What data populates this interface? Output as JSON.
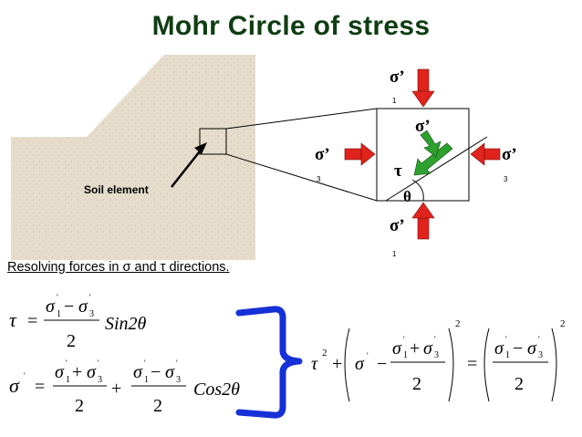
{
  "title": "Mohr Circle of stress",
  "soil_label": "Soil element",
  "caption": "Resolving forces in σ and τ directions.",
  "symbols": {
    "sigma_prime": "σ’",
    "tau": "τ",
    "theta": "θ",
    "sub1": "1",
    "sub3": "3"
  },
  "equations": {
    "eq1_lhs": "τ",
    "eq1_trig": "Sin2θ",
    "eq2_lhs": "σ",
    "eq2_trig": "Cos2θ",
    "denominator": "2"
  },
  "colors": {
    "title": "#0f3d12",
    "soil_fill": "#e6dccb",
    "arrow_red": "#e0231c",
    "arrow_green": "#2ea02e",
    "brace_blue": "#1630d8"
  }
}
